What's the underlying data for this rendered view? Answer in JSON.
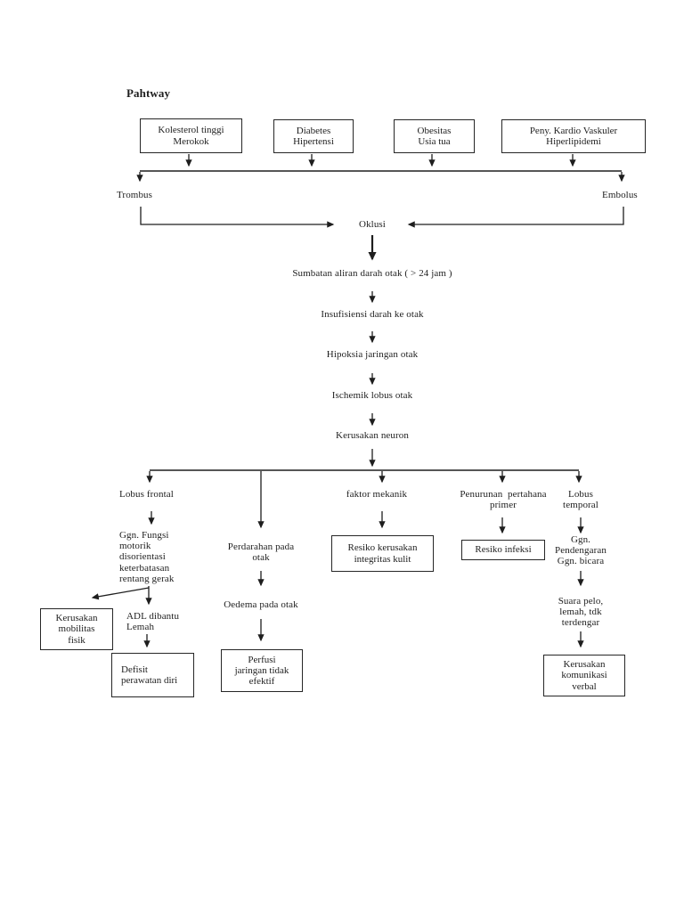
{
  "title": "Pahtway",
  "risk_factors": [
    {
      "label": "Kolesterol tinggi\nMerokok"
    },
    {
      "label": "Diabetes\nHipertensi"
    },
    {
      "label": "Obesitas\nUsia tua"
    },
    {
      "label": "Peny. Kardio Vaskuler\nHiperlipidemi"
    }
  ],
  "nodes": {
    "trombus": "Trombus",
    "embolus": "Embolus",
    "oklusi": "Oklusi",
    "sumbatan": "Sumbatan aliran darah otak ( > 24 jam )",
    "insufisiensi": "Insufisiensi darah ke otak",
    "hipoksia": "Hipoksia jaringan otak",
    "ischemik": "Ischemik lobus otak",
    "kerusakan_neuron": "Kerusakan neuron",
    "lobus_frontal": "Lobus frontal",
    "ggn_fungsi": "Ggn. Fungsi\nmotorik\ndisorientasi\nketerbatasan\nrentang gerak",
    "adl": "ADL dibantu\nLemah",
    "perdarahan": "Perdarahan pada\notak",
    "oedema": "Oedema pada otak",
    "faktor_mekanik": "faktor mekanik",
    "penurunan": "Penurunan  pertahana\nprimer",
    "lobus_temporal": "Lobus\ntemporal",
    "ggn_pendengaran": "Ggn.\nPendengaran\nGgn. bicara",
    "suara": "Suara pelo,\nlemah, tdk\nterdengar"
  },
  "diagnosis_boxes": {
    "kerusakan_mobilitas": "Kerusakan\nmobilitas\nfisik",
    "defisit": "Defisit\nperawatan diri",
    "perfusi": "Perfusi\njaringan tidak\nefektif",
    "resiko_kerusakan": "Resiko kerusakan\nintegritas kulit",
    "resiko_infeksi": "Resiko infeksi",
    "kerusakan_komunikasi": "Kerusakan\nkomunikasi\nverbal"
  },
  "colors": {
    "ink": "#1e1e1e",
    "background": "#ffffff"
  }
}
